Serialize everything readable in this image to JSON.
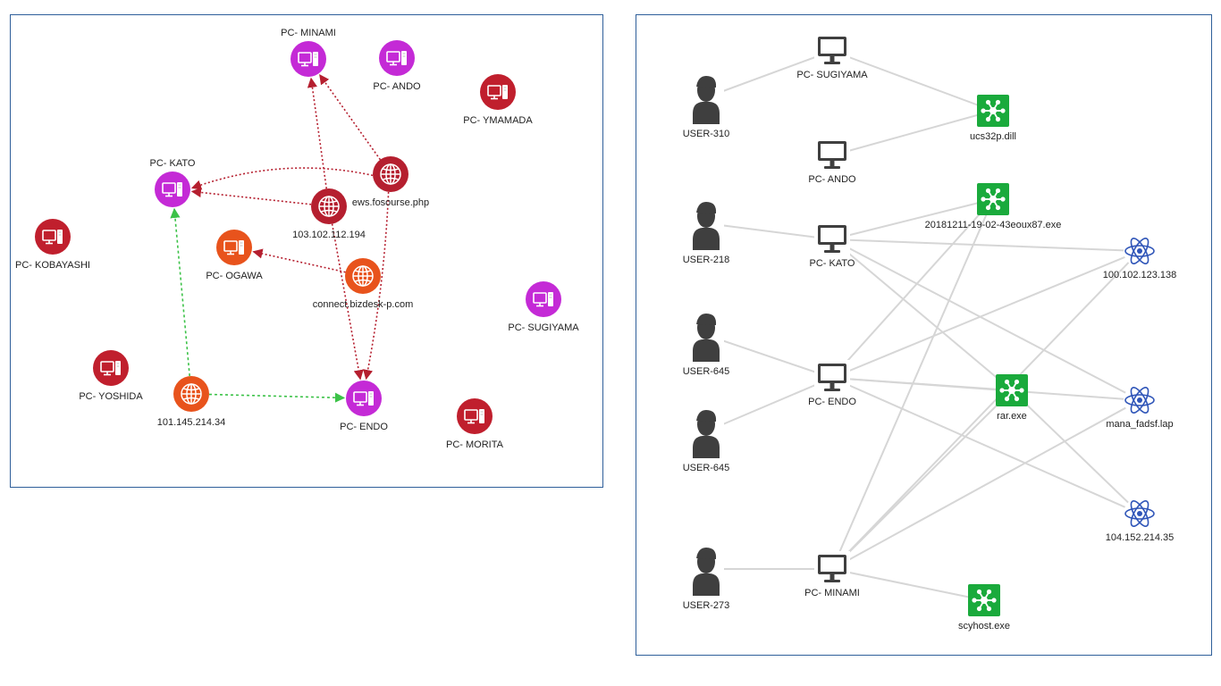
{
  "left_graph": {
    "nodes": [
      {
        "id": "minami",
        "label": "PC- MINAMI",
        "kind": "pc",
        "color": "#c42ad6"
      },
      {
        "id": "ando",
        "label": "PC- ANDO",
        "kind": "pc",
        "color": "#c42ad6"
      },
      {
        "id": "ymamada",
        "label": "PC- YMAMADA",
        "kind": "pc",
        "color": "#c01f2d"
      },
      {
        "id": "kato",
        "label": "PC- KATO",
        "kind": "pc",
        "color": "#c42ad6"
      },
      {
        "id": "ews",
        "label": "ews.fosourse.php",
        "kind": "globe",
        "color": "#b51f2f"
      },
      {
        "id": "ip103",
        "label": "103.102.112.194",
        "kind": "globe",
        "color": "#b51f2f"
      },
      {
        "id": "kobayashi",
        "label": "PC- KOBAYASHI",
        "kind": "pc",
        "color": "#c01f2d"
      },
      {
        "id": "ogawa",
        "label": "PC- OGAWA",
        "kind": "pc",
        "color": "#e8531c"
      },
      {
        "id": "connect",
        "label": "connect.bizdesk-p.com",
        "kind": "globe",
        "color": "#e8531c"
      },
      {
        "id": "sugiyama",
        "label": "PC- SUGIYAMA",
        "kind": "pc",
        "color": "#c42ad6"
      },
      {
        "id": "yoshida",
        "label": "PC- YOSHIDA",
        "kind": "pc",
        "color": "#c01f2d"
      },
      {
        "id": "ip101",
        "label": "101.145.214.34",
        "kind": "globe",
        "color": "#e8531c"
      },
      {
        "id": "endo",
        "label": "PC- ENDO",
        "kind": "pc",
        "color": "#c42ad6"
      },
      {
        "id": "morita",
        "label": "PC- MORITA",
        "kind": "pc",
        "color": "#c01f2d"
      }
    ],
    "edges": [
      {
        "from": "ip103",
        "to": "minami",
        "style": "red"
      },
      {
        "from": "ews",
        "to": "minami",
        "style": "red"
      },
      {
        "from": "ews",
        "to": "kato",
        "style": "red"
      },
      {
        "from": "ip103",
        "to": "kato",
        "style": "red"
      },
      {
        "from": "connect",
        "to": "ogawa",
        "style": "red"
      },
      {
        "from": "ip103",
        "to": "endo",
        "style": "red"
      },
      {
        "from": "ews",
        "to": "endo",
        "style": "red"
      },
      {
        "from": "ip101",
        "to": "kato",
        "style": "green"
      },
      {
        "from": "ip101",
        "to": "endo",
        "style": "green"
      }
    ]
  },
  "right_graph": {
    "nodes": [
      {
        "id": "u310",
        "label": "USER-310",
        "kind": "user"
      },
      {
        "id": "u218",
        "label": "USER-218",
        "kind": "user"
      },
      {
        "id": "u645a",
        "label": "USER-645",
        "kind": "user"
      },
      {
        "id": "u645b",
        "label": "USER-645",
        "kind": "user"
      },
      {
        "id": "u273",
        "label": "USER-273",
        "kind": "user"
      },
      {
        "id": "rsugi",
        "label": "PC- SUGIYAMA",
        "kind": "monitor"
      },
      {
        "id": "rando",
        "label": "PC- ANDO",
        "kind": "monitor"
      },
      {
        "id": "rkato",
        "label": "PC- KATO",
        "kind": "monitor"
      },
      {
        "id": "rendo",
        "label": "PC- ENDO",
        "kind": "monitor"
      },
      {
        "id": "rminami",
        "label": "PC- MINAMI",
        "kind": "monitor"
      },
      {
        "id": "ucs",
        "label": "ucs32p.dill",
        "kind": "file"
      },
      {
        "id": "f2018",
        "label": "20181211-19-02-43eoux87.exe",
        "kind": "file"
      },
      {
        "id": "rar",
        "label": "rar.exe",
        "kind": "file"
      },
      {
        "id": "scy",
        "label": "scyhost.exe",
        "kind": "file"
      },
      {
        "id": "ip100",
        "label": "100.102.123.138",
        "kind": "atom"
      },
      {
        "id": "mana",
        "label": "mana_fadsf.lap",
        "kind": "atom"
      },
      {
        "id": "ip104",
        "label": "104.152.214.35",
        "kind": "atom"
      }
    ],
    "edges": [
      {
        "from": "u310",
        "to": "rsugi"
      },
      {
        "from": "rsugi",
        "to": "ucs"
      },
      {
        "from": "rando",
        "to": "ucs"
      },
      {
        "from": "u218",
        "to": "rkato"
      },
      {
        "from": "rkato",
        "to": "f2018"
      },
      {
        "from": "rkato",
        "to": "ip100"
      },
      {
        "from": "rkato",
        "to": "rar"
      },
      {
        "from": "rkato",
        "to": "mana"
      },
      {
        "from": "u645a",
        "to": "rendo"
      },
      {
        "from": "u645b",
        "to": "rendo"
      },
      {
        "from": "rendo",
        "to": "f2018"
      },
      {
        "from": "rendo",
        "to": "ip100"
      },
      {
        "from": "rendo",
        "to": "rar"
      },
      {
        "from": "rendo",
        "to": "mana"
      },
      {
        "from": "rendo",
        "to": "ip104"
      },
      {
        "from": "u273",
        "to": "rminami"
      },
      {
        "from": "rminami",
        "to": "f2018"
      },
      {
        "from": "rminami",
        "to": "rar"
      },
      {
        "from": "rminami",
        "to": "ip100"
      },
      {
        "from": "rminami",
        "to": "mana"
      },
      {
        "from": "rminami",
        "to": "scy"
      },
      {
        "from": "rar",
        "to": "ip104"
      }
    ]
  },
  "colors": {
    "pc_magenta": "#c42ad6",
    "pc_red": "#c01f2d",
    "orange": "#e8531c",
    "edge_red": "#b51f2f",
    "edge_green": "#3cc248",
    "edge_grey": "#d6d6d6",
    "icon_dark": "#3f3f3f",
    "file_green": "#1aaa3c",
    "atom_blue": "#2f55b8",
    "panel_border": "#2f5f9a"
  }
}
